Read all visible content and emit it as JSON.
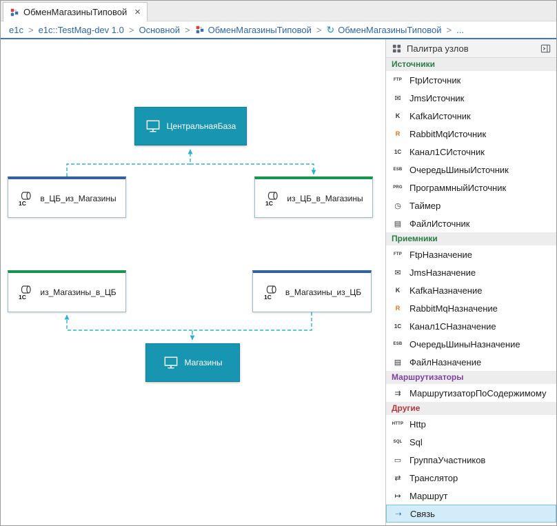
{
  "colors": {
    "participant": "#1795b1",
    "channel_blue": "#33639e",
    "channel_green": "#17944d",
    "edge": "#2eb0d4",
    "selection_bg": "#d3ecf9",
    "breadcrumb_line": "#3c78c0",
    "link": "#2f66a8"
  },
  "tab": {
    "title": "ОбменМагазиныТиповой",
    "close_glyph": "×"
  },
  "breadcrumb": {
    "separator": ">",
    "items": [
      {
        "label": "e1c"
      },
      {
        "label": "e1c::TestMag-dev 1.0"
      },
      {
        "label": "Основной"
      },
      {
        "label": "ОбменМагазиныТиповой",
        "icon": "diagram"
      },
      {
        "label": "ОбменМагазиныТиповой",
        "icon": "process"
      },
      {
        "label": "..."
      }
    ]
  },
  "diagram": {
    "nodes": [
      {
        "id": "central-base",
        "label": "ЦентральнаяБаза",
        "type": "participant"
      },
      {
        "id": "v-cb-iz-magaziny",
        "label": "в_ЦБ_из_Магазины",
        "type": "channel",
        "accent": "blue"
      },
      {
        "id": "iz-cb-v-magaziny",
        "label": "из_ЦБ_в_Магазины",
        "type": "channel",
        "accent": "green"
      },
      {
        "id": "iz-magaziny-v-cb",
        "label": "из_Магазины_в_ЦБ",
        "type": "channel",
        "accent": "green"
      },
      {
        "id": "v-magaziny-iz-cb",
        "label": "в_Магазины_из_ЦБ",
        "type": "channel",
        "accent": "blue"
      },
      {
        "id": "magaziny",
        "label": "Магазины",
        "type": "participant"
      }
    ]
  },
  "palette": {
    "title": "Палитра узлов",
    "sections": [
      {
        "title": "Источники",
        "color": "#2a7d46",
        "items": [
          {
            "label": "FtpИсточник",
            "icon": "ftp-source-icon",
            "glyph": "FTP",
            "cls": "tiny"
          },
          {
            "label": "JmsИсточник",
            "icon": "jms-source-icon",
            "glyph": "✉"
          },
          {
            "label": "KafkaИсточник",
            "icon": "kafka-source-icon",
            "glyph": "K",
            "cls": "letter"
          },
          {
            "label": "RabbitMqИсточник",
            "icon": "rabbitmq-source-icon",
            "glyph": "R",
            "cls": "letter",
            "glyph_color": "#d9731a"
          },
          {
            "label": "Канал1СИсточник",
            "icon": "channel-1c-source-icon",
            "glyph": "1С",
            "cls": "small"
          },
          {
            "label": "ОчередьШиныИсточник",
            "icon": "esb-queue-source-icon",
            "glyph": "ESB",
            "cls": "tiny"
          },
          {
            "label": "ПрограммныйИсточник",
            "icon": "program-source-icon",
            "glyph": "PRG",
            "cls": "tiny"
          },
          {
            "label": "Таймер",
            "icon": "timer-icon",
            "glyph": "◷"
          },
          {
            "label": "ФайлИсточник",
            "icon": "file-source-icon",
            "glyph": "▤"
          }
        ]
      },
      {
        "title": "Приемники",
        "color": "#2a7d46",
        "items": [
          {
            "label": "FtpНазначение",
            "icon": "ftp-target-icon",
            "glyph": "FTP",
            "cls": "tiny"
          },
          {
            "label": "JmsНазначение",
            "icon": "jms-target-icon",
            "glyph": "✉"
          },
          {
            "label": "KafkaНазначение",
            "icon": "kafka-target-icon",
            "glyph": "K",
            "cls": "letter"
          },
          {
            "label": "RabbitMqНазначение",
            "icon": "rabbitmq-target-icon",
            "glyph": "R",
            "cls": "letter",
            "glyph_color": "#d9731a"
          },
          {
            "label": "Канал1СНазначение",
            "icon": "channel-1c-target-icon",
            "glyph": "1С",
            "cls": "small"
          },
          {
            "label": "ОчередьШиныНазначение",
            "icon": "esb-queue-target-icon",
            "glyph": "ESB",
            "cls": "tiny"
          },
          {
            "label": "ФайлНазначение",
            "icon": "file-target-icon",
            "glyph": "▤"
          }
        ]
      },
      {
        "title": "Маршрутизаторы",
        "color": "#8040a8",
        "items": [
          {
            "label": "МаршрутизаторПоСодержимому",
            "icon": "content-router-icon",
            "glyph": "⇉"
          }
        ]
      },
      {
        "title": "Другие",
        "color": "#b5393e",
        "items": [
          {
            "label": "Http",
            "icon": "http-icon",
            "glyph": "HTTP",
            "cls": "tiny"
          },
          {
            "label": "Sql",
            "icon": "sql-icon",
            "glyph": "SQL",
            "cls": "tiny"
          },
          {
            "label": "ГруппаУчастников",
            "icon": "participants-group-icon",
            "glyph": "▭"
          },
          {
            "label": "Транслятор",
            "icon": "translator-icon",
            "glyph": "⇄"
          },
          {
            "label": "Маршрут",
            "icon": "route-icon",
            "glyph": "↦"
          },
          {
            "label": "Связь",
            "icon": "link-icon",
            "glyph": "⇢",
            "glyph_color": "#1d7fa8",
            "selected": true
          }
        ]
      }
    ]
  }
}
